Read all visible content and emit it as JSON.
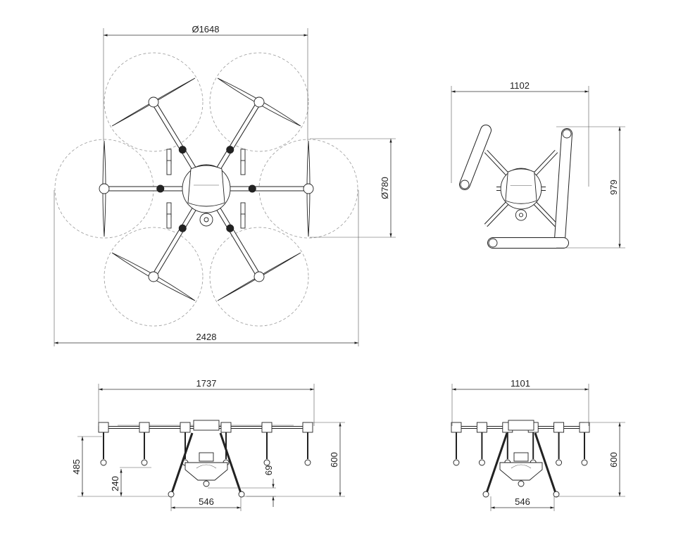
{
  "top_view": {
    "rotor_span_label": "Ø1648",
    "overall_width_label": "2428",
    "body_diameter_label": "Ø780"
  },
  "folded_top_view": {
    "width_label": "1102",
    "depth_label": "979"
  },
  "side_view_unfolded": {
    "width_label": "1737",
    "height_label": "600",
    "arm_height_label": "485",
    "nozzle_height_label": "240",
    "ground_clearance_label": "69",
    "leg_spacing_label": "546"
  },
  "side_view_folded": {
    "width_label": "1101",
    "height_label": "600",
    "leg_spacing_label": "546"
  }
}
